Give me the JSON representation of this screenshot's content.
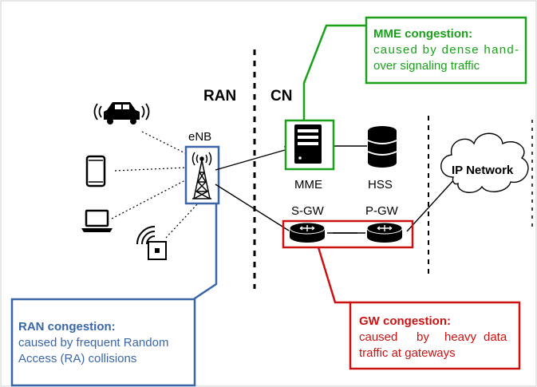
{
  "regions": {
    "ran": "RAN",
    "cn": "CN"
  },
  "nodes": {
    "enb": "eNB",
    "mme": "MME",
    "hss": "HSS",
    "sgw": "S-GW",
    "pgw": "P-GW",
    "ip_network": "IP Network"
  },
  "callouts": {
    "mme": {
      "title": "MME congestion:",
      "line1": "caused by dense hand-",
      "line2": "over signaling traffic",
      "color": "#1aa01a"
    },
    "ran": {
      "title": "RAN congestion:",
      "line1": "caused by frequent Random",
      "line2": "Access (RA) collisions",
      "color": "#3a66a8"
    },
    "gw": {
      "title": "GW congestion:",
      "line1a": "caused",
      "line1b": "by",
      "line1c": "heavy",
      "line1d": "data",
      "line2": "traffic at gateways",
      "color": "#cc1111"
    }
  },
  "devices": [
    "car-icon",
    "smartphone-icon",
    "laptop-icon",
    "sensor-icon"
  ]
}
